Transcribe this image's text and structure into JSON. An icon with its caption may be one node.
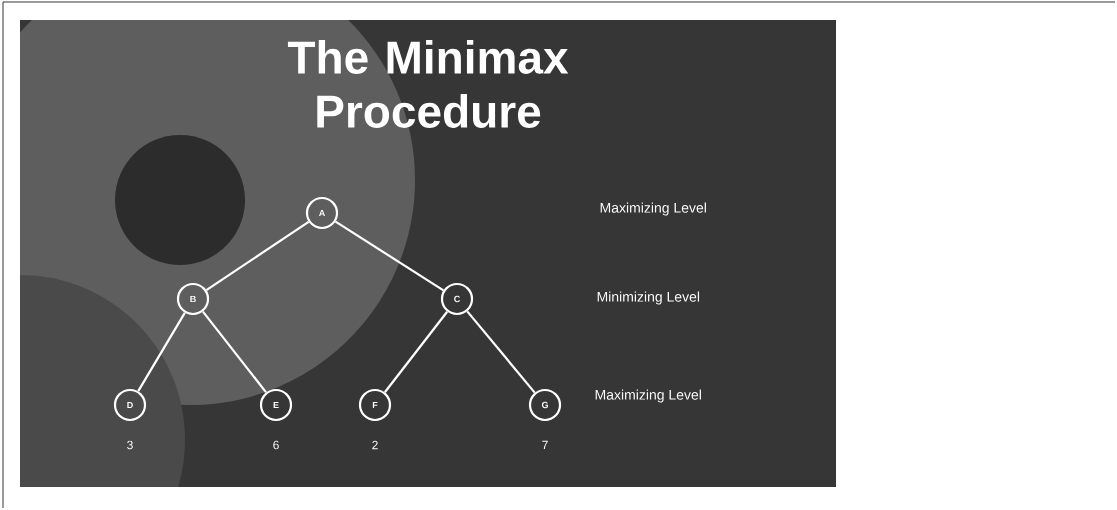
{
  "diagram": {
    "title": "The Minimax Procedure",
    "nodes": [
      {
        "text": [
          "A"
        ]
      },
      {
        "text": [
          "B"
        ]
      },
      {
        "text": [
          "C"
        ]
      },
      {
        "text": [
          "D"
        ],
        "beside": [
          "3"
        ]
      },
      {
        "text": [
          "E"
        ],
        "beside": [
          "6"
        ]
      },
      {
        "text": [
          "F"
        ],
        "beside": [
          "2"
        ]
      },
      {
        "text": [
          "G"
        ],
        "beside": [
          "7"
        ]
      }
    ],
    "edges": [
      {
        "from": 0,
        "to": 1,
        "arrow": "none"
      },
      {
        "from": 0,
        "to": 2,
        "arrow": "none"
      },
      {
        "from": 1,
        "to": 3,
        "arrow": "none"
      },
      {
        "from": 1,
        "to": 4,
        "arrow": "none"
      },
      {
        "from": 2,
        "to": 5,
        "arrow": "none"
      },
      {
        "from": 2,
        "to": 6,
        "arrow": "none"
      }
    ],
    "labels": [
      "Maximizing Level",
      "Minimizing Level",
      "Maximizing Level"
    ]
  }
}
